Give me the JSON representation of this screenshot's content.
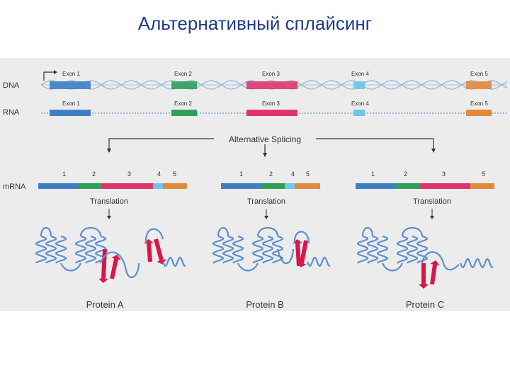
{
  "title": "Альтернативный сплайсинг",
  "rows": {
    "dna": "DNA",
    "rna": "RNA",
    "mrna": "mRNA"
  },
  "exons": [
    {
      "label": "Exon 1",
      "color": "#3e7fc4"
    },
    {
      "label": "Exon 2",
      "color": "#2fa05a"
    },
    {
      "label": "Exon 3",
      "color": "#e0356a"
    },
    {
      "label": "Exon 4",
      "color": "#6fc6e8"
    },
    {
      "label": "Exon 5",
      "color": "#e08a3a"
    }
  ],
  "splicing_label": "Alternative Splicing",
  "translation_label": "Translation",
  "mrna_variants": [
    {
      "numbers": [
        "1",
        "2",
        "3",
        "4",
        "5"
      ]
    },
    {
      "numbers": [
        "1",
        "2",
        "4",
        "5"
      ]
    },
    {
      "numbers": [
        "1",
        "2",
        "3",
        "5"
      ]
    }
  ],
  "proteins": [
    "Protein A",
    "Protein B",
    "Protein C"
  ],
  "colors": {
    "helix": "#5b8fd0",
    "strand": "#d8164a",
    "background": "#ececec",
    "title": "#1f3a8a"
  }
}
